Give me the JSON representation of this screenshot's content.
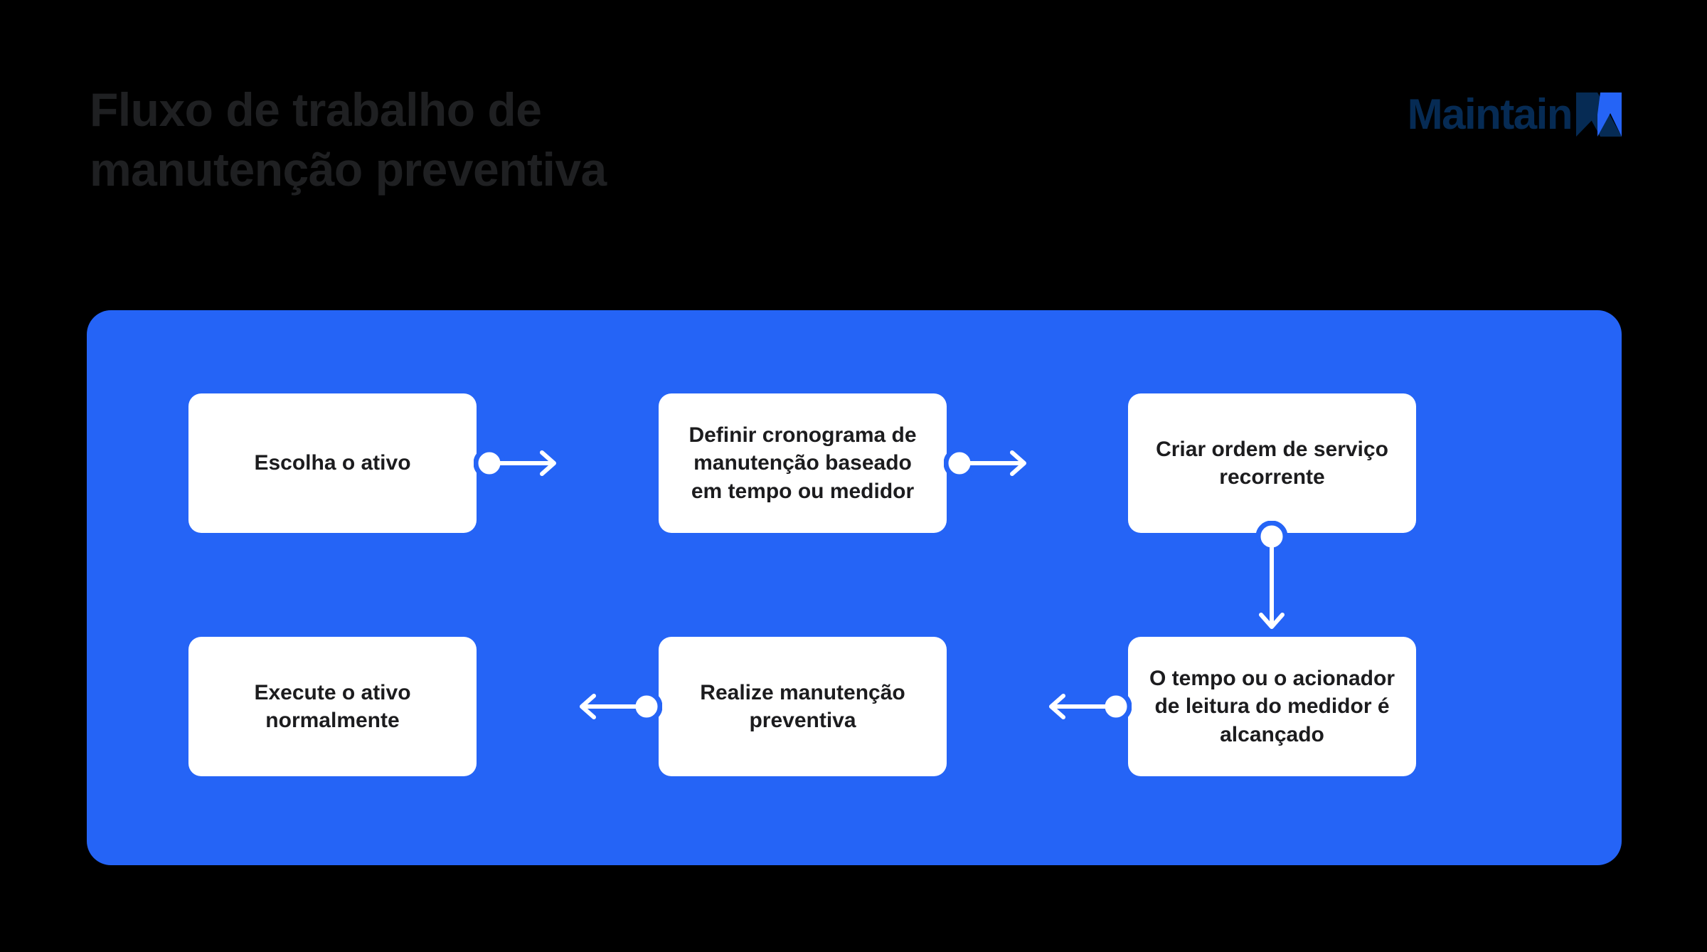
{
  "header": {
    "title": "Fluxo de trabalho de manutenção preventiva",
    "title_line_1": "Fluxo de trabalho de",
    "title_line_2": "manutenção preventiva",
    "title_color": "#1F2022"
  },
  "logo": {
    "wordmark": "Maintain",
    "mark_icon": "maintainx-x-mark-icon",
    "wordmark_color": "#062B54",
    "mark_dark_color": "#062B54",
    "mark_accent_color": "#2564F6"
  },
  "panel": {
    "background_color": "#2564F6"
  },
  "colors": {
    "background": "#000000",
    "panel_blue": "#2564F6",
    "node_fill": "#FFFFFF",
    "node_text": "#1C1C1E",
    "connector": "#FFFFFF"
  },
  "flow": {
    "nodes": [
      {
        "id": "node-1",
        "label": "Escolha o ativo"
      },
      {
        "id": "node-2",
        "label": "Definir cronograma de manutenção baseado em tempo ou medidor"
      },
      {
        "id": "node-3",
        "label": "Criar ordem de serviço recorrente"
      },
      {
        "id": "node-4",
        "label": "O tempo ou o acionador de leitura do medidor é alcançado"
      },
      {
        "id": "node-5",
        "label": "Realize manutenção preventiva"
      },
      {
        "id": "node-6",
        "label": "Execute o ativo normalmente"
      }
    ],
    "connectors": [
      {
        "id": "connector-1",
        "from": "node-1",
        "to": "node-2",
        "direction": "right"
      },
      {
        "id": "connector-2",
        "from": "node-2",
        "to": "node-3",
        "direction": "right"
      },
      {
        "id": "connector-3",
        "from": "node-3",
        "to": "node-4",
        "direction": "down"
      },
      {
        "id": "connector-4",
        "from": "node-4",
        "to": "node-5",
        "direction": "left"
      },
      {
        "id": "connector-5",
        "from": "node-5",
        "to": "node-6",
        "direction": "left"
      }
    ]
  }
}
